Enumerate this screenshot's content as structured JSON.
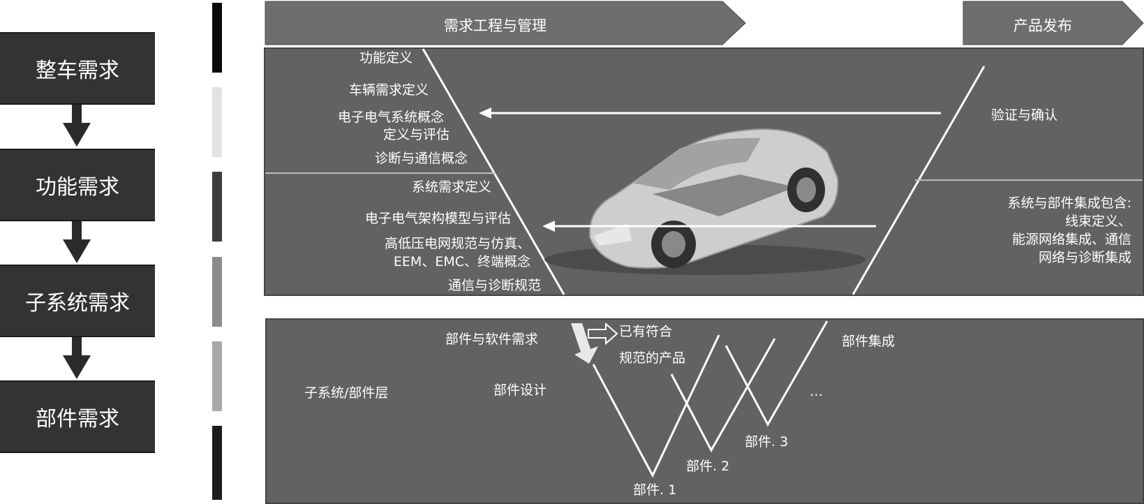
{
  "left_boxes": [
    "整车需求",
    "功能需求",
    "子系统需求",
    "部件需求"
  ],
  "banners": {
    "left": "需求工程与管理",
    "right": "产品发布"
  },
  "upper": {
    "left_labels": [
      "功能定义",
      "车辆需求定义",
      "电子电气系统概念",
      "定义与评估",
      "诊断与通信概念",
      "系统需求定义",
      "电子电气架构模型与评估",
      "高低压电网规范与仿真、",
      "EEM、EMC、终端概念",
      "通信与诊断规范"
    ],
    "right_top": "验证与确认",
    "right_bottom": [
      "系统与部件集成包含:",
      "线束定义、",
      "能源网络集成、通信",
      "网络与诊断集成"
    ]
  },
  "lower": {
    "layer_label": "子系统/部件层",
    "req_label": "部件与软件需求",
    "existing": [
      "已有符合",
      "规范的产品"
    ],
    "design": "部件设计",
    "integration": "部件集成",
    "ellipsis": "…",
    "parts": [
      "部件. 1",
      "部件. 2",
      "部件. 3"
    ]
  },
  "colors": {
    "dark_box": "#333333",
    "panel": "#626262",
    "banner": "#6e6e6e",
    "line": "#ffffff"
  }
}
